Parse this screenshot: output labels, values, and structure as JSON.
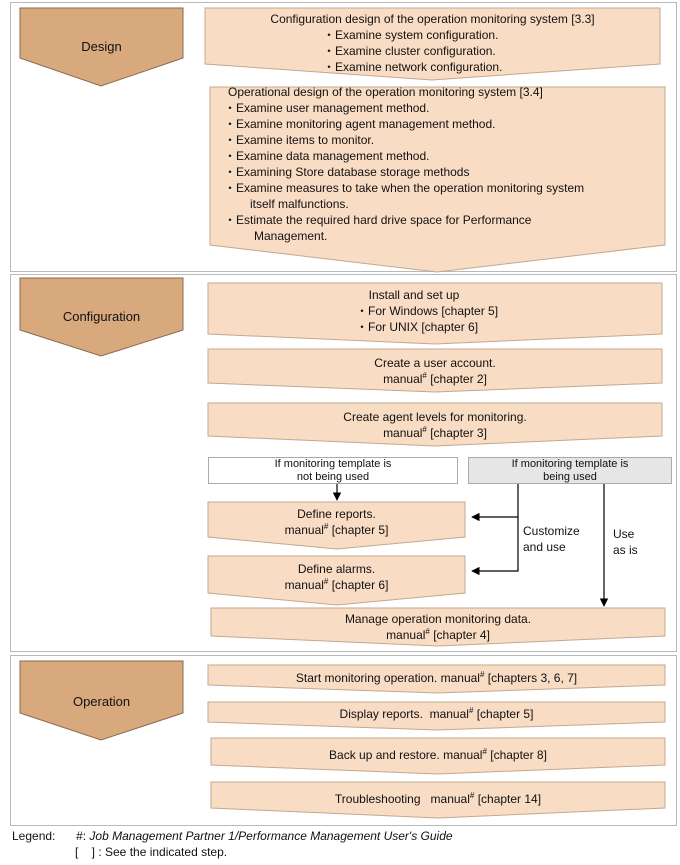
{
  "colors": {
    "phase_fill": "#d9a97e",
    "phase_stroke": "#8a6a50",
    "step_fill": "#f8dcc4",
    "step_stroke": "#c4a78f",
    "cond_gray": "#e6e6e6",
    "panel_border": "#b9b9b9"
  },
  "phases": {
    "design": "Design",
    "configuration": "Configuration",
    "operation": "Operation"
  },
  "design": {
    "step1": {
      "title": "Configuration design of the operation monitoring system [3.3]",
      "items": [
        "・Examine system configuration.",
        "・Examine cluster configuration.",
        "・Examine network configuration."
      ]
    },
    "step2": {
      "title": "Operational design of the operation monitoring system [3.4]",
      "items": [
        "・Examine user management method.",
        "・Examine monitoring agent management method.",
        "・Examine items to monitor.",
        "・Examine data management method.",
        "・Examining Store database storage methods",
        "・Examine measures to take when the operation monitoring system",
        "itself malfunctions.",
        "・Estimate the required hard drive space for Performance",
        "Management."
      ]
    }
  },
  "configuration": {
    "install": {
      "title": "Install and set up",
      "items": [
        "・For Windows [chapter 5]",
        "・For UNIX [chapter 6]"
      ]
    },
    "user_account": {
      "line1": "Create a user account.",
      "manual": "manual",
      "mark": "#",
      "ref": " [chapter 2]"
    },
    "agent_levels": {
      "line1": "Create agent levels for monitoring.",
      "manual": "manual",
      "mark": "#",
      "ref": " [chapter 3]"
    },
    "cond_not_used": {
      "line1": "If monitoring template is",
      "line2": "not being used"
    },
    "cond_used": {
      "line1": "If monitoring template is",
      "line2": "being used"
    },
    "define_reports": {
      "line1": "Define reports.",
      "manual": "manual",
      "mark": "#",
      "ref": " [chapter 5]"
    },
    "define_alarms": {
      "line1": "Define alarms.",
      "manual": "manual",
      "mark": "#",
      "ref": " [chapter 6]"
    },
    "customize": {
      "line1": "Customize",
      "line2": "and use"
    },
    "use_as_is": {
      "line1": "Use",
      "line2": "as is"
    },
    "manage_data": {
      "line1": "Manage operation monitoring data.",
      "manual": "manual",
      "mark": "#",
      "ref": " [chapter 4]"
    }
  },
  "operation": {
    "start": {
      "text": "Start monitoring operation. manual",
      "mark": "#",
      "ref": " [chapters 3, 6, 7]"
    },
    "display": {
      "text": "Display reports.  manual",
      "mark": "#",
      "ref": " [chapter 5]"
    },
    "backup": {
      "text": "Back up and restore. manual",
      "mark": "#",
      "ref": " [chapter 8]"
    },
    "trouble": {
      "text": "Troubleshooting   manual",
      "mark": "#",
      "ref": " [chapter 14]"
    }
  },
  "legend": {
    "label": "Legend:",
    "mark_line": "#: ",
    "manual_title": "Job Management Partner 1/Performance Management User's Guide",
    "bracket_line": "[    ] : See the indicated step."
  }
}
